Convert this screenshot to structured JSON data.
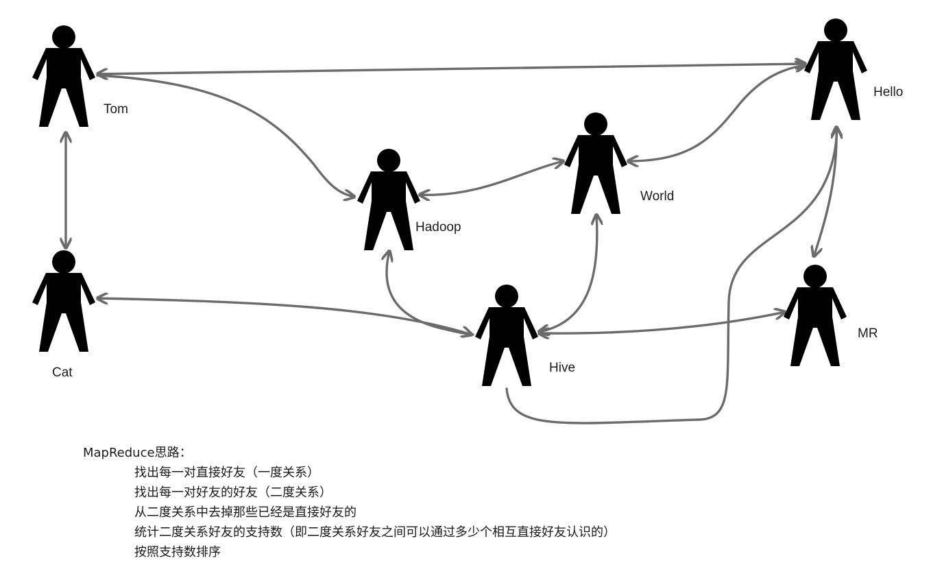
{
  "nodes": {
    "tom": "Tom",
    "cat": "Cat",
    "hadoop": "Hadoop",
    "world": "World",
    "hello": "Hello",
    "hive": "Hive",
    "mr": "MR"
  },
  "notes": {
    "title": "MapReduce思路：",
    "steps": [
      "找出每一对直接好友（一度关系）",
      "找出每一对好友的好友（二度关系）",
      "从二度关系中去掉那些已经是直接好友的",
      "统计二度关系好友的支持数（即二度关系好友之间可以通过多少个相互直接好友认识的）",
      "按照支持数排序"
    ]
  },
  "colors": {
    "edge": "#6b6b6b",
    "person_outline": "#2f3a66",
    "person_fill": "#eef0f8"
  }
}
